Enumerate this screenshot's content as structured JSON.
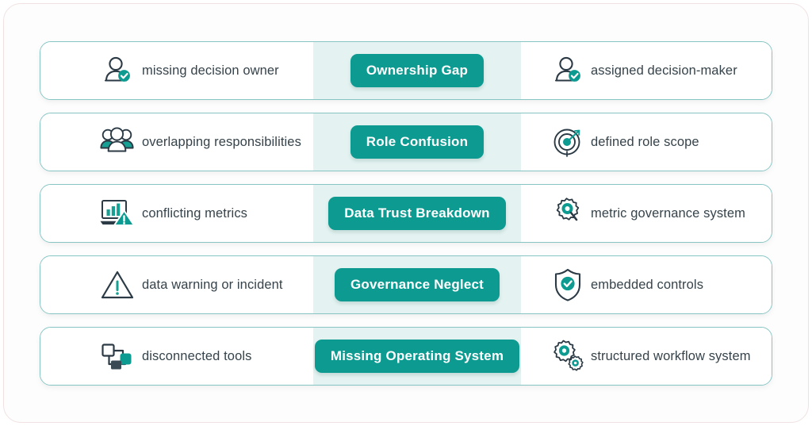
{
  "theme": {
    "accent": "#0c9a91",
    "mint_panel": "#e4f3f1",
    "row_border": "#86c5c4",
    "outer_border": "#f0e2e2",
    "text": "#36434b",
    "icon_stroke": "#2b3a45"
  },
  "rows": [
    {
      "problem": {
        "icon": "person-check-icon",
        "label": "missing decision owner"
      },
      "badge": "Ownership Gap",
      "solution": {
        "icon": "person-check-icon",
        "label": "assigned decision-maker"
      }
    },
    {
      "problem": {
        "icon": "people-group-icon",
        "label": "overlapping responsibilities"
      },
      "badge": "Role Confusion",
      "solution": {
        "icon": "target-icon",
        "label": "defined role scope"
      }
    },
    {
      "problem": {
        "icon": "chart-warning-icon",
        "label": "conflicting metrics"
      },
      "badge": "Data Trust Breakdown",
      "solution": {
        "icon": "gear-search-icon",
        "label": "metric governance system"
      }
    },
    {
      "problem": {
        "icon": "warning-triangle-icon",
        "label": "data warning or incident"
      },
      "badge": "Governance Neglect",
      "solution": {
        "icon": "shield-check-icon",
        "label": "embedded controls"
      }
    },
    {
      "problem": {
        "icon": "node-network-icon",
        "label": "disconnected tools"
      },
      "badge": "Missing Operating System",
      "solution": {
        "icon": "double-gear-icon",
        "label": "structured workflow system"
      }
    }
  ]
}
